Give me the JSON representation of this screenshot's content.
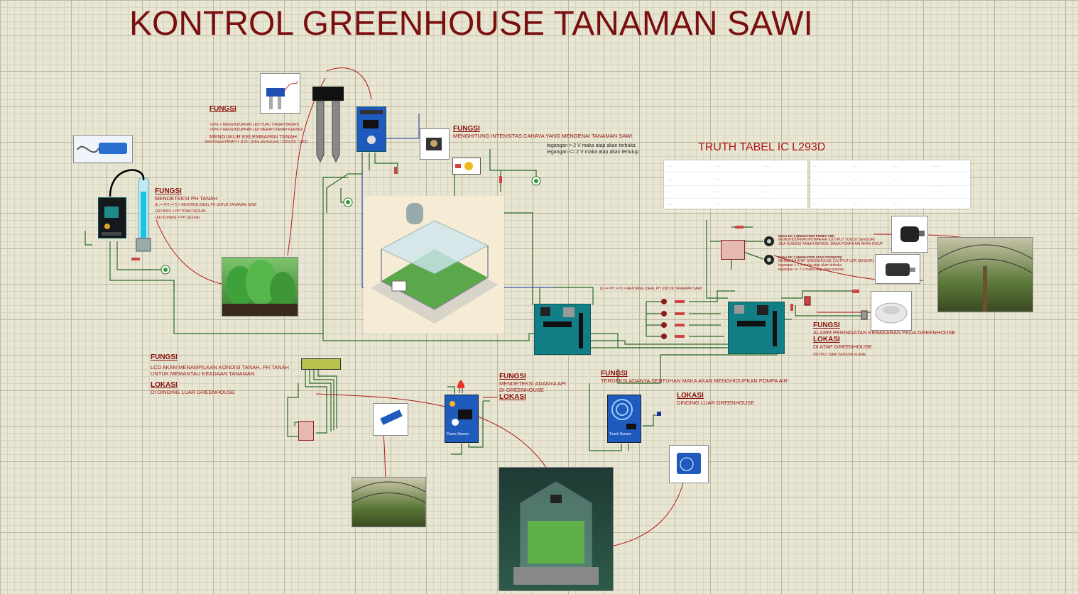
{
  "title": "KONTROL GREENHOUSE TANAMAN SAWI",
  "truth_table_title": "TRUTH TABEL IC L293D",
  "ph_block": {
    "fungsi": "FUNGSI",
    "desc": "MENDETEKSI PH TANAH",
    "l1": "(6 >= PH >=7) = RENTANG IDEAL PH UNTUK TANAMAN SAWI",
    "l2": "LED BIRU = PH TIDAK SESUAI",
    "l3": "LED KUNING = PH SESUAI"
  },
  "soil_block": {
    "fungsi": "FUNGSI",
    "l1": ">60% = MENGHIDUPKAN LED HIJAU (TANAH BASAH)",
    "l2": "<60% = MENGHIDUPKAN LED MERAH (TANAH KERING)",
    "l3": "MENGUKUR KELEMBAPAN TANAH",
    "l4": "kelembapanTANAH = (100 - ((nilai pembacaan / 1023.00) * 100))"
  },
  "ldr_block": {
    "fungsi": "FUNGSI",
    "l1": "MENGHITUNG INTENSITAS CAHAYA YANG MENGENAI TANAMAN SAWI",
    "l2": "tegangan > 2 V maka atap akan terbuka",
    "l3": "tegangan <= 2 V maka atap akan tertutup"
  },
  "ph_range_note": "(6 >= PH >=7) = RENTANG IDEAL PH UNTUK TANAMAN SAWI",
  "motor1": {
    "title": "Motor DC 1 (INDIKATOR POMPA AIR)",
    "l1": "MENGHIDUPKAN POMPA AIR (OUTPUT TOUCH SENSOR)",
    "l2": "JIKA KONDISI TANAH KERING, MAKA POMPA AIR AKAN HIDUP"
  },
  "motor2": {
    "title": "Motor DC 2 (INDIKATOR ATAP OTOMATIS)",
    "l1": "MEMBUKA ATAP GREENHOUSE (OUTPUT LDR SENSOR)",
    "l2": "tegangan > 2 V maka atap akan terbuka",
    "l3": "tegangan <= 2 V maka atap akan tertutup"
  },
  "alarm_block": {
    "fungsi": "FUNGSI",
    "desc": "ALARM PERINGATAN KEBAKARAN PADA GREENHOUSE",
    "lokasi": "LOKASI",
    "loc": "DI ATAP GREENHOUSE",
    "note": "OUTPUT DARI SENSOR FLAME"
  },
  "lcd_block": {
    "fungsi": "FUNGSI",
    "l1": "LCD AKAN MENAMPILKAN KONDISI TANAH, PH TANAH",
    "l2": "UNTUK MEMANTAU KEADAAN TANAMAN",
    "lokasi": "LOKASI",
    "loc": "DI DINDING LUAR GREENHOUSE"
  },
  "flame_block": {
    "fungsi": "FUNGSI",
    "l1": "MENDETEKSI ADANYA API",
    "l2": "DI GREENHOUSE",
    "lokasi": "LOKASI"
  },
  "touch_block": {
    "fungsi": "FUNGSI",
    "desc": "TERDEKSI ADANYA SENTUHAN MAKA AKAN MENGHIDUPKAN POMPA AIR",
    "lokasi": "LOKASI",
    "loc": "DINDING LUAR GREENHOUSE"
  },
  "board_labels": {
    "flame": "Flame Sensor",
    "touch": "Touch Sensor"
  },
  "colors": {
    "wire": "#2a6b2a",
    "title": "#7a0f0f",
    "note": "#a01818",
    "arduino": "#127e86",
    "sensor_board": "#1f5bbd"
  }
}
